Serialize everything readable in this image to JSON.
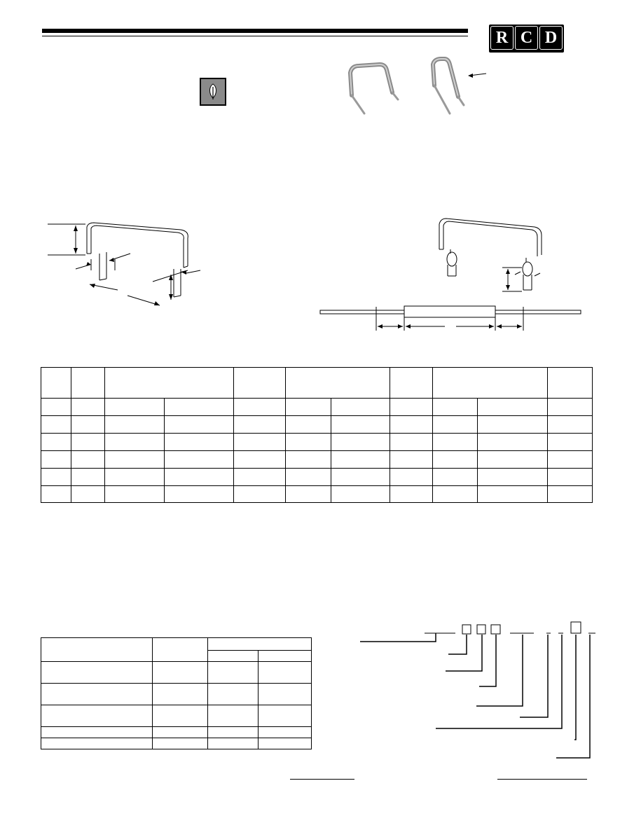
{
  "header": {
    "logo_letters": [
      "R",
      "C",
      "D"
    ],
    "brand_color": "#000000"
  },
  "badge": {
    "icon": "leaf-icon"
  },
  "photo": {
    "icon": "arrow-left-icon"
  },
  "spec_table": {
    "rows": 7,
    "cols": 11
  },
  "rating_table": {
    "rows": 6,
    "cols": 4
  }
}
